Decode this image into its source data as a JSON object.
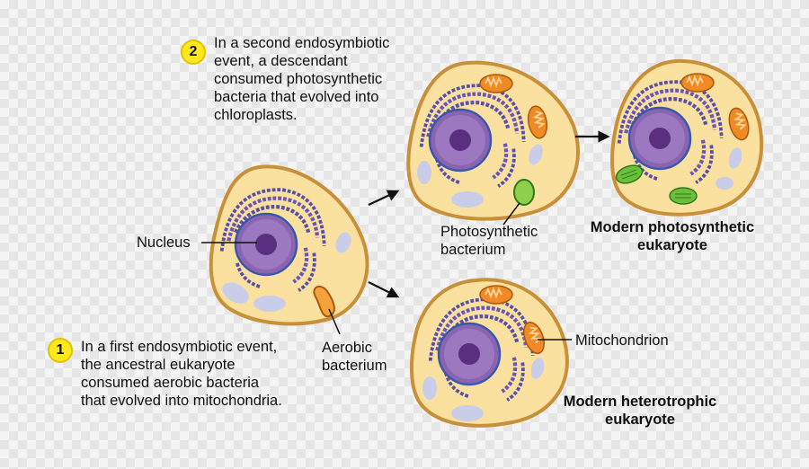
{
  "steps": [
    {
      "number": "2",
      "text": "In a second endosymbiotic\nevent, a descendant\nconsumed photosynthetic\nbacteria that evolved into\nchloroplasts."
    },
    {
      "number": "1",
      "text": "In a first endosymbiotic event,\nthe ancestral eukaryote\nconsumed aerobic bacteria\nthat evolved into mitochondria."
    }
  ],
  "labels": {
    "nucleus": "Nucleus",
    "aerobic_bacterium": "Aerobic\nbacterium",
    "photosynthetic_bacterium": "Photosynthetic\nbacterium",
    "mitochondrion": "Mitochondrion",
    "modern_photosynthetic": "Modern photosynthetic\neukaryote",
    "modern_heterotrophic": "Modern heterotrophic\neukaryote"
  },
  "colors": {
    "cell_fill": "#fbe1a0",
    "cell_stroke": "#c9903a",
    "nucleus": "#7a4f9e",
    "er": "#5a4fa8",
    "vacuole": "#c9cde8",
    "mitochondria": "#f08a24",
    "chloroplast": "#6cbf3c",
    "badge": "#ffe81e"
  }
}
